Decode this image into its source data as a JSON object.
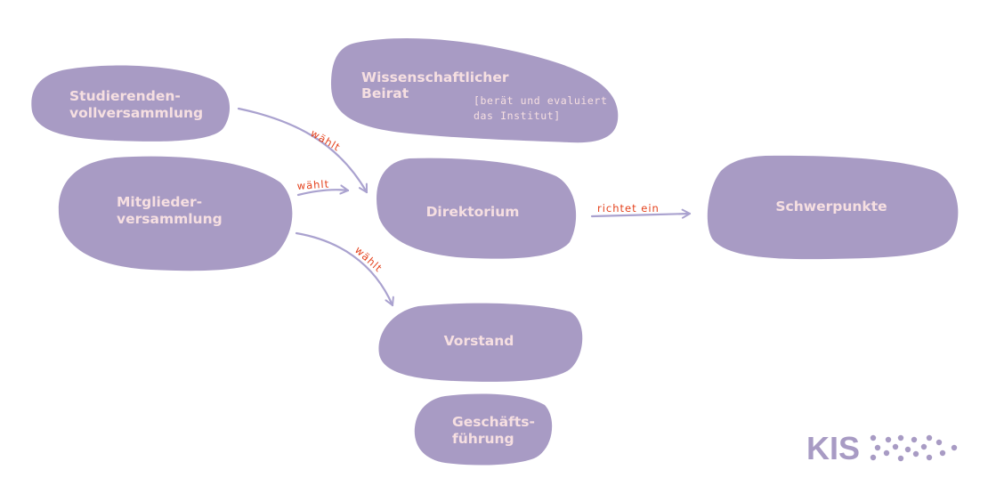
{
  "colors": {
    "node_fill": "#a89bc4",
    "node_text": "#f6dfe1",
    "edge_label": "#e4421d",
    "arrow": "#aaa2cf",
    "logo": "#a89bc4"
  },
  "nodes": {
    "studierenden": {
      "line1": "Studierenden-",
      "line2": "vollversammlung"
    },
    "beirat": {
      "line1": "Wissenschaftlicher",
      "line2": "Beirat",
      "note1": "[berät und evaluiert",
      "note2": "das Institut]"
    },
    "mitglieder": {
      "line1": "Mitglieder-",
      "line2": "versammlung"
    },
    "direktorium": {
      "label": "Direktorium"
    },
    "schwerpunkte": {
      "label": "Schwerpunkte"
    },
    "vorstand": {
      "label": "Vorstand"
    },
    "geschaeftsfuehrung": {
      "line1": "Geschäfts-",
      "line2": "führung"
    }
  },
  "edges": [
    {
      "from": "Studierendenvollversammlung",
      "to": "Direktorium",
      "label": "wählt"
    },
    {
      "from": "Mitgliederversammlung",
      "to": "Direktorium",
      "label": "wählt"
    },
    {
      "from": "Mitgliederversammlung",
      "to": "Vorstand",
      "label": "wählt"
    },
    {
      "from": "Direktorium",
      "to": "Schwerpunkte",
      "label": "richtet ein"
    }
  ],
  "logo": {
    "text": "KIS",
    "icon": "dots-pattern-icon"
  }
}
